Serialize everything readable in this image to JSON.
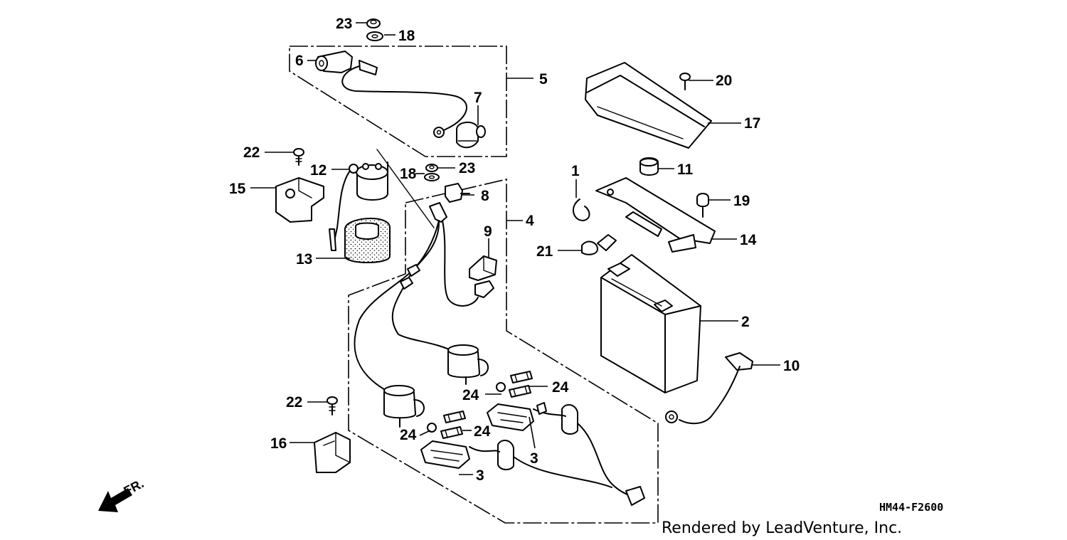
{
  "callouts": {
    "c1": "1",
    "c2": "2",
    "c3a": "3",
    "c3b": "3",
    "c4": "4",
    "c5": "5",
    "c6": "6",
    "c7": "7",
    "c8": "8",
    "c9": "9",
    "c10": "10",
    "c11": "11",
    "c12": "12",
    "c13": "13",
    "c14": "14",
    "c15": "15",
    "c16": "16",
    "c17": "17",
    "c18a": "18",
    "c18b": "18",
    "c19": "19",
    "c20": "20",
    "c21": "21",
    "c22a": "22",
    "c22b": "22",
    "c23a": "23",
    "c23b": "23",
    "c24a": "24",
    "c24b": "24",
    "c24c": "24",
    "c24d": "24"
  },
  "direction_label": "FR.",
  "diagram_code": "HM44-F2600",
  "credit": "Rendered by LeadVenture, Inc."
}
